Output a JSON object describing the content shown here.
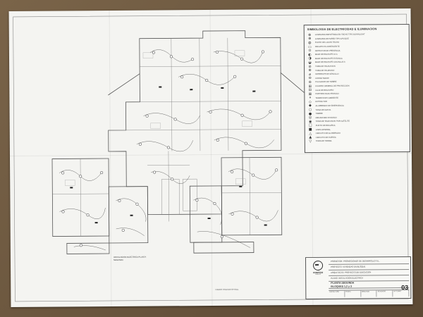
{
  "legend": {
    "title": "SIMBOLOGIA DE ELECTRICIDAD E ILUMINACION",
    "items": [
      {
        "symbol": "⊗",
        "text": "LUMINARIA EMPOTRADA EN TECHO TIPO DOWNLIGHT"
      },
      {
        "symbol": "⊕",
        "text": "LUMINARIA DE PARED TIPO APLIQUE"
      },
      {
        "symbol": "◍",
        "text": "PUNTO DE LUZ EN TECHO"
      },
      {
        "symbol": "▭",
        "text": "REGLETA FLUORESCENTE"
      },
      {
        "symbol": "⊙",
        "text": "DETECTOR DE PRESENCIA"
      },
      {
        "symbol": "◐",
        "text": "BASE DE ENCHUFE 16 A"
      },
      {
        "symbol": "◑",
        "text": "BASE DE ENCHUFE ESTANCA"
      },
      {
        "symbol": "◒",
        "text": "BASE DE ENCHUFE COCINA 25 A"
      },
      {
        "symbol": "⊘",
        "text": "TOMA DE TELEVISION"
      },
      {
        "symbol": "⊛",
        "text": "TOMA DE TELEFONO"
      },
      {
        "symbol": "⌀",
        "text": "INTERRUPTOR SENCILLO"
      },
      {
        "symbol": "⊖",
        "text": "CONMUTADOR"
      },
      {
        "symbol": "⊜",
        "text": "PULSADOR DE TIMBRE"
      },
      {
        "symbol": "⊞",
        "text": "CUADRO GENERAL DE PROTECCION"
      },
      {
        "symbol": "⊟",
        "text": "CAJA DE REGISTRO"
      },
      {
        "symbol": "⊠",
        "text": "PORTERO ELECTRONICO"
      },
      {
        "symbol": "⋄",
        "text": "TERMOSTATO AMBIENTE"
      },
      {
        "symbol": "◇",
        "text": "EXTRACTOR"
      },
      {
        "symbol": "◆",
        "text": "ALUMBRADO DE EMERGENCIA"
      },
      {
        "symbol": "○",
        "text": "TOMA DE DATOS"
      },
      {
        "symbol": "●",
        "text": "TIMBRE"
      },
      {
        "symbol": "◎",
        "text": "MECANISMO ESTANCO"
      },
      {
        "symbol": "◉",
        "text": "TOMA DE TELEVISION POR SATELITE"
      },
      {
        "symbol": "□",
        "text": "PUNTO DE RECARGA"
      },
      {
        "symbol": "■",
        "text": "LINEA GENERAL"
      },
      {
        "symbol": "△",
        "text": "CIRCUITO DE ALUMBRADO"
      },
      {
        "symbol": "▲",
        "text": "CIRCUITO DE FUERZA"
      },
      {
        "symbol": "▽",
        "text": "TOMA DE TIERRA"
      }
    ]
  },
  "title_block": {
    "company": "PROMOCIONES",
    "logo_name": "CONTIGO",
    "logo_tag": "GRUPO",
    "rows": [
      "PROMOTOR: PROMOCIONES DE DESARROLLO S.L.",
      "PROYECTO: VIVIENDAS EN BLOQUE",
      "ARQUITECTO: PROYECTO DE EJECUCION",
      "PLANO: INSTALACION ELECTRICA"
    ],
    "plan_title": "PLANTA SEGUNDA",
    "plan_subtitle": "BLOQUES 1,2 y 3",
    "sheet_number": "03",
    "bottom_cells": [
      "ESCALA 1/50",
      "FECHA",
      "DIBUJADO",
      "REVISADO",
      "Nº PLANO"
    ]
  },
  "plan_note": "INSTALACION ELECTRICA PLANTA SEGUNDA",
  "stamp_note": "VISADO COLEGIO OFICIAL"
}
